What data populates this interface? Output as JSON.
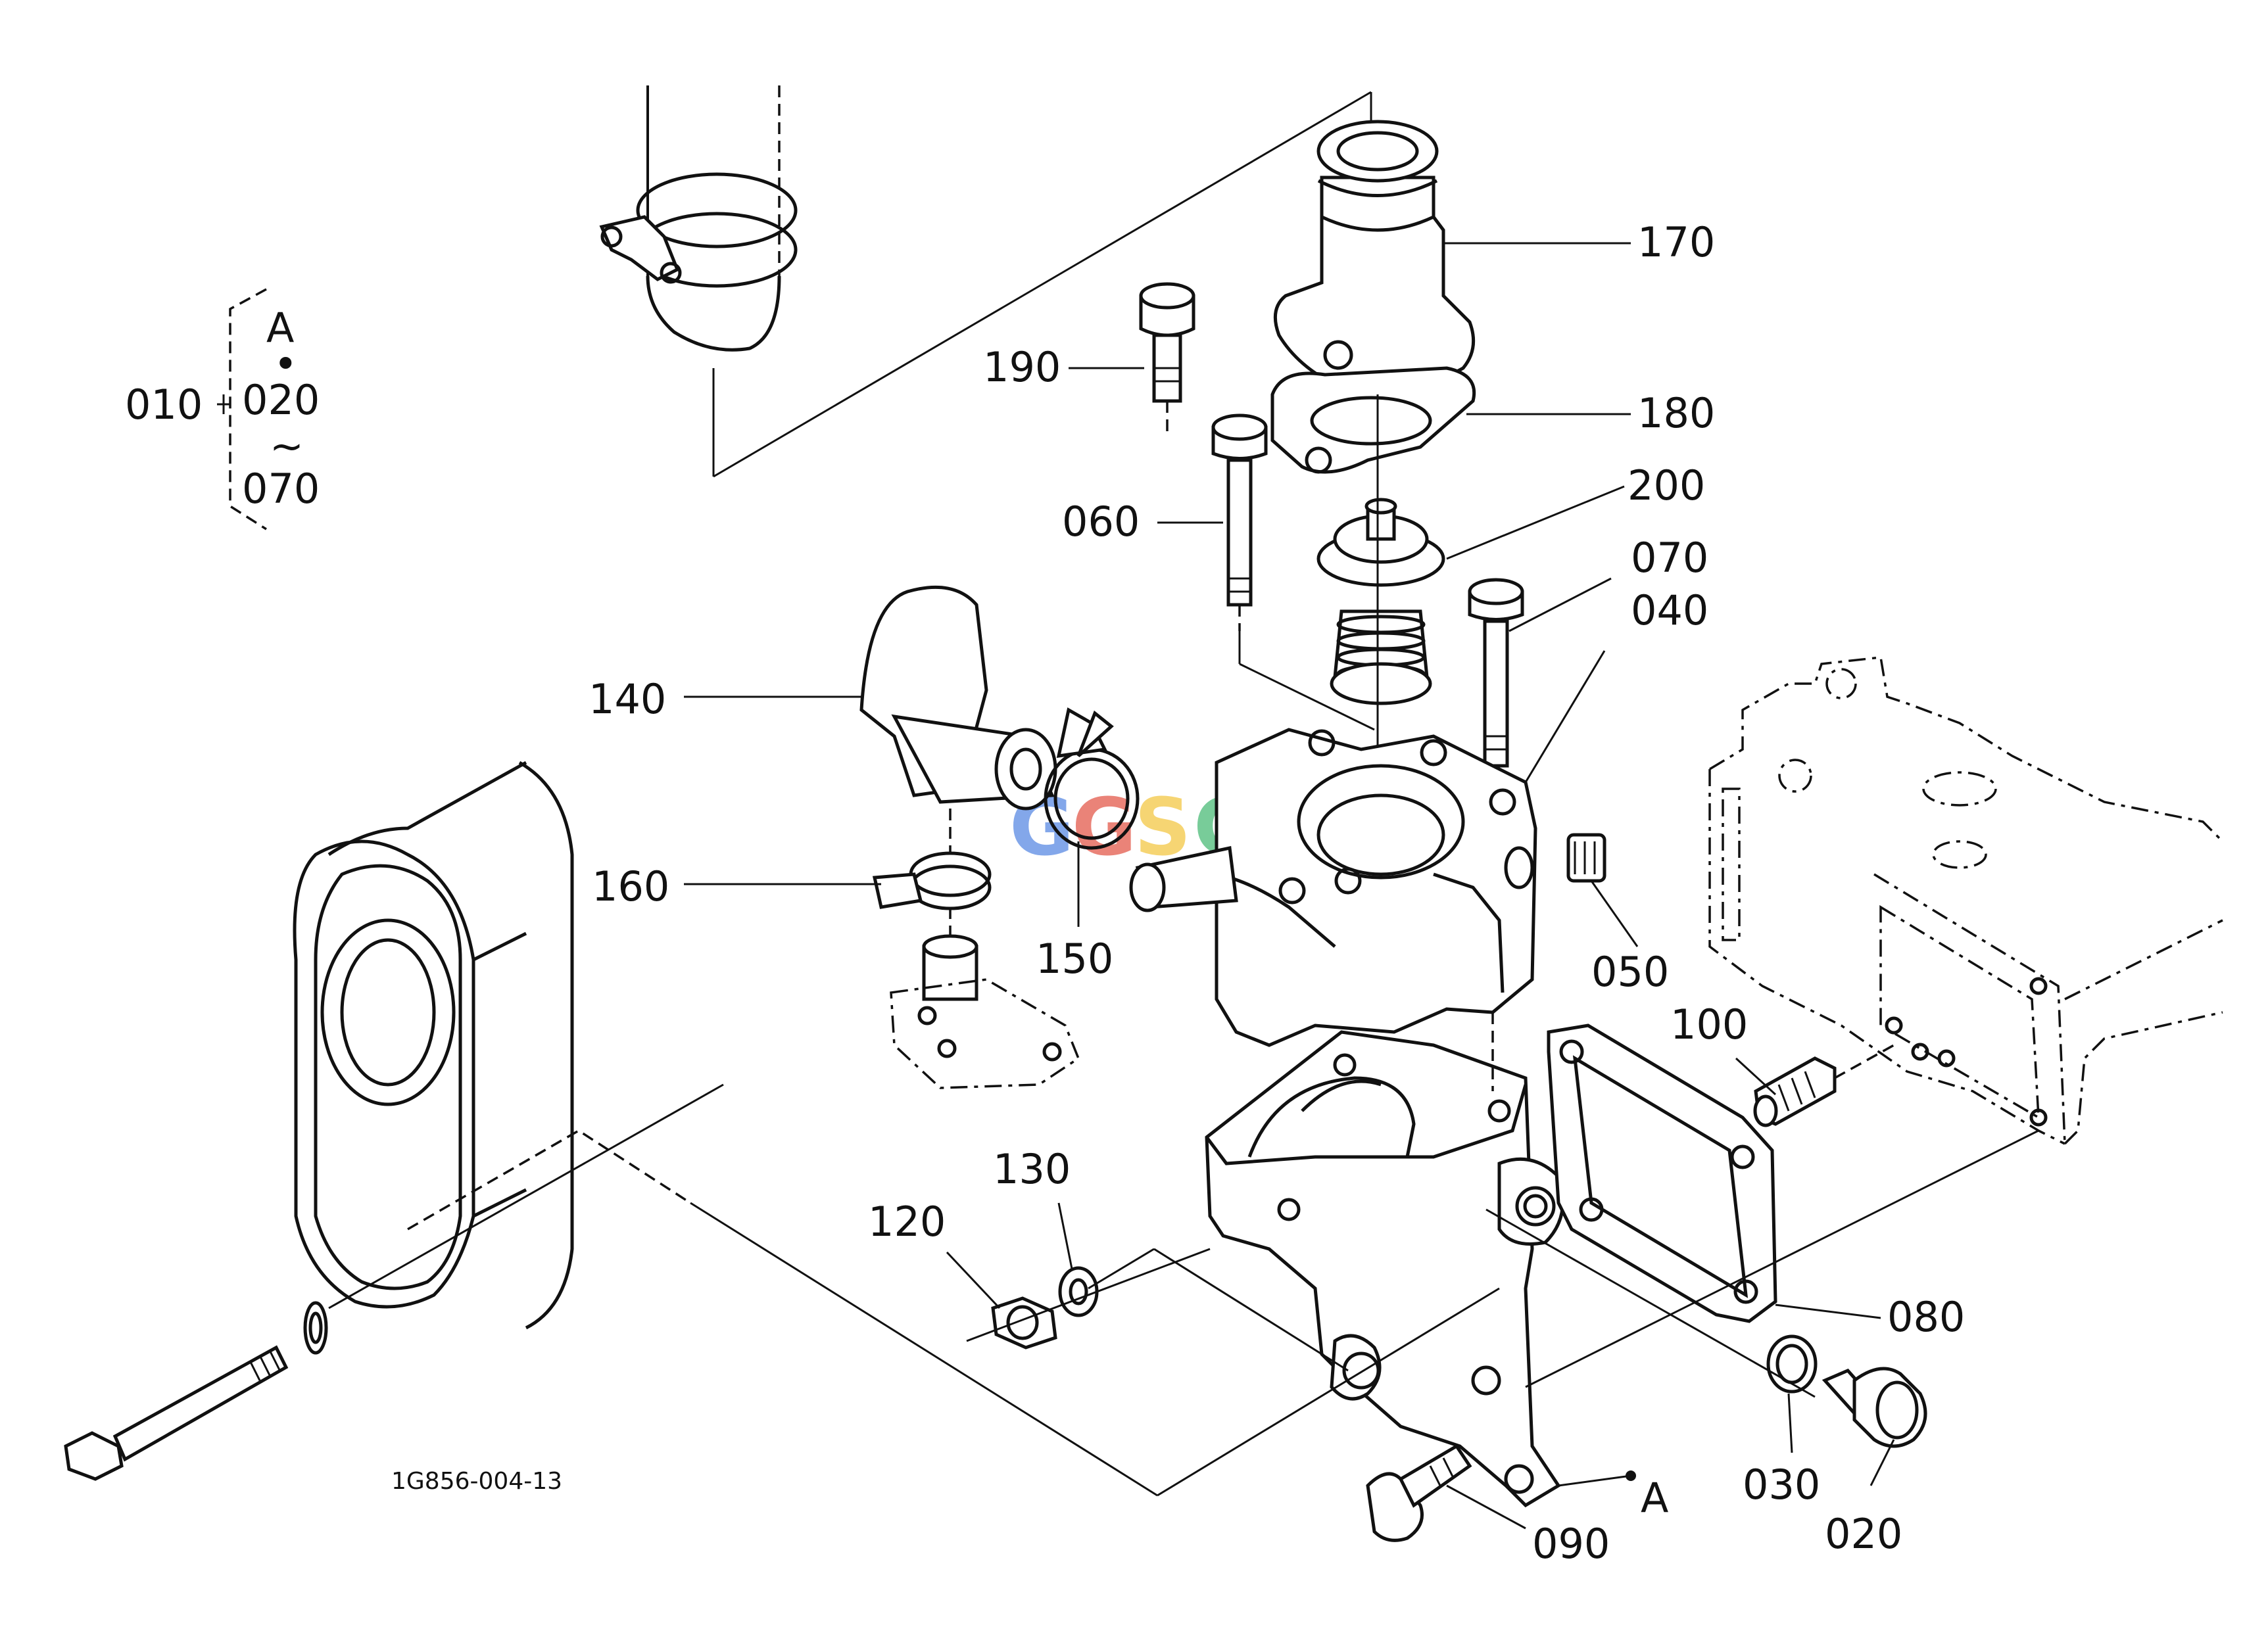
{
  "diagram": {
    "drawing_number": "1G856-004-13",
    "watermark_text": "GGSC",
    "colors": {
      "line": "#111111",
      "watermark_blue": "#4a7fe0",
      "watermark_red": "#e04a3a",
      "watermark_yellow": "#f2c233",
      "watermark_green": "#3ab56a"
    },
    "assembly_key": {
      "parent": "010",
      "ref_letter": "A",
      "bullet": "•",
      "range_start": "020",
      "tilde": "~",
      "range_end": "070"
    },
    "reference_point": "A",
    "parts": [
      {
        "id": "p170",
        "label": "170"
      },
      {
        "id": "p190",
        "label": "190"
      },
      {
        "id": "p180",
        "label": "180"
      },
      {
        "id": "p060",
        "label": "060"
      },
      {
        "id": "p200",
        "label": "200"
      },
      {
        "id": "p070",
        "label": "070"
      },
      {
        "id": "p040",
        "label": "040"
      },
      {
        "id": "p140",
        "label": "140"
      },
      {
        "id": "p160",
        "label": "160"
      },
      {
        "id": "p150",
        "label": "150"
      },
      {
        "id": "p050",
        "label": "050"
      },
      {
        "id": "p100",
        "label": "100"
      },
      {
        "id": "p130",
        "label": "130"
      },
      {
        "id": "p120",
        "label": "120"
      },
      {
        "id": "p080",
        "label": "080"
      },
      {
        "id": "p030",
        "label": "030"
      },
      {
        "id": "p020",
        "label": "020"
      },
      {
        "id": "p090",
        "label": "090"
      }
    ]
  }
}
